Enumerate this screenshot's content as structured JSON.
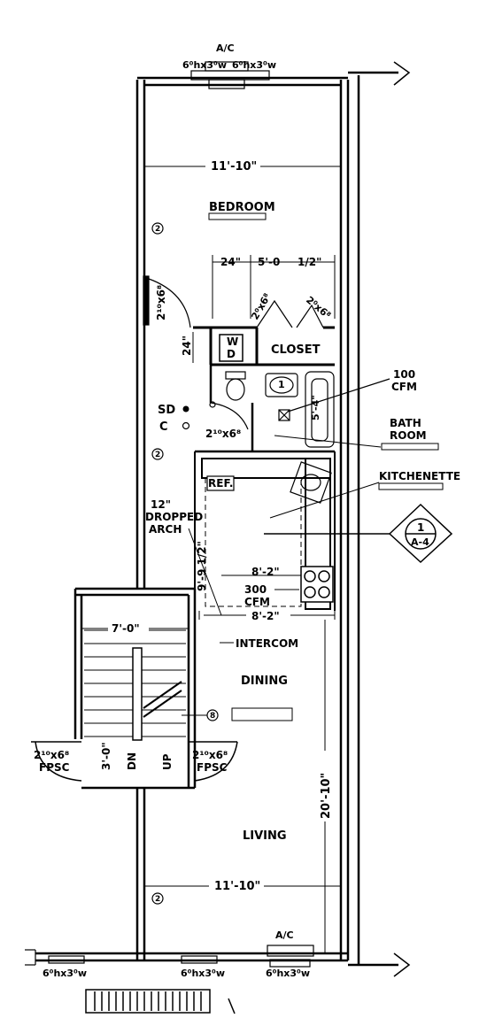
{
  "rooms": {
    "bedroom": "BEDROOM",
    "closet": "CLOSET",
    "bath_line1": "BATH",
    "bath_line2": "ROOM",
    "kitchenette": "KITCHENETTE",
    "dining": "DINING",
    "living": "LIVING"
  },
  "fixtures": {
    "wd_w": "W",
    "wd_d": "D",
    "ref": "REF.",
    "sd": "SD",
    "c": "C",
    "intercom": "INTERCOM",
    "ac_top": "A/C",
    "ac_bottom": "A/C",
    "fan_100": "100",
    "fan_cfm1": "CFM",
    "fan_300": "300",
    "fan_cfm2": "CFM",
    "arch_line1": "12\"",
    "arch_line2": "DROPPED",
    "arch_line3": "ARCH",
    "dn": "DN",
    "up": "UP",
    "riser": "3'-0\""
  },
  "dimensions": {
    "bedroom_width": "11'-10\"",
    "closet_24": "24\"",
    "closet_5_0": "5'-0",
    "closet_half": "1/2\"",
    "wall_24": "24\"",
    "kitchen_9_9": "9'-9 1/2\"",
    "kitchen_8_2a": "8'-2\"",
    "kitchen_8_2b": "8'-2\"",
    "stair_7_0": "7'-0\"",
    "living_width": "11'-10\"",
    "living_depth": "20'-10\""
  },
  "door_tags": {
    "bedroom_door": "2¹⁰x6⁸",
    "closet_door1": "2⁰x6⁸",
    "closet_door2": "2⁰x6⁸",
    "bath_door": "2¹⁰x6⁸",
    "fpsc_left_size": "2¹⁰x6⁸",
    "fpsc_left": "FPSC",
    "fpsc_right_size": "2¹⁰x6⁸",
    "fpsc_right": "FPSC"
  },
  "window_tags": {
    "top_left": "6⁰hx3⁰w",
    "top_right": "6⁰hx3⁰w",
    "bottom_left": "6⁰hx3⁰w",
    "bottom_mid": "6⁰hx3⁰w",
    "bottom_right": "6⁰hx3⁰w"
  },
  "markers": {
    "wall_type": "2",
    "partition": "8",
    "section_num": "1",
    "section_sheet": "A-4"
  }
}
